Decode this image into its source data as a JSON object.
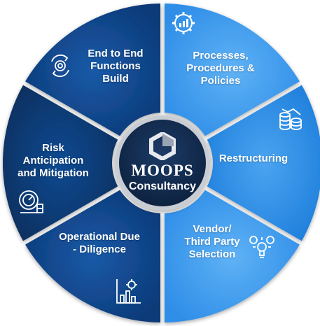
{
  "center": {
    "brand_name": "MOOPS",
    "brand_subtitle": "Consultancy",
    "logo_icon": "hexagon-logo-icon"
  },
  "colors": {
    "center_fill": "#122a4d",
    "center_ring": "#c8ccd3",
    "segment_dark": "#0b3a78",
    "segment_light": "#2f8ee8"
  },
  "segments": [
    {
      "id": "processes",
      "label": "Processes,\nProcedures &\nPolicies",
      "icon": "gear-chart-icon"
    },
    {
      "id": "restructuring",
      "label": "Restructuring",
      "icon": "coins-chart-icon"
    },
    {
      "id": "vendor",
      "label": "Vendor/\nThird Party\nSelection",
      "icon": "lightbulb-gears-icon"
    },
    {
      "id": "due-diligence",
      "label": "Operational Due\n- Diligence",
      "icon": "bar-chart-virus-icon"
    },
    {
      "id": "risk",
      "label": "Risk\nAnticipation\nand Mitigation",
      "icon": "gauge-gear-icon"
    },
    {
      "id": "end-to-end",
      "label": "End to End\nFunctions\nBuild",
      "icon": "gear-cycle-icon"
    }
  ]
}
